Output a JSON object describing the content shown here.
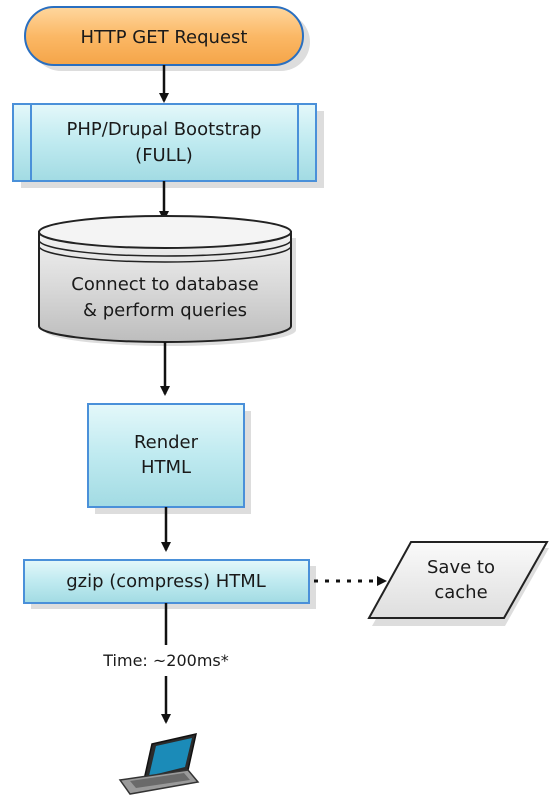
{
  "nodes": {
    "request": {
      "label": "HTTP GET Request"
    },
    "bootstrap": {
      "line1": "PHP/Drupal Bootstrap",
      "line2": "(FULL)"
    },
    "database": {
      "line1": "Connect to database",
      "line2": "& perform queries"
    },
    "render": {
      "line1": "Render",
      "line2": "HTML"
    },
    "gzip": {
      "label": "gzip (compress) HTML"
    },
    "cache": {
      "line1": "Save to",
      "line2": "cache"
    }
  },
  "timing": {
    "label": "Time: ~200ms*"
  },
  "icons": {
    "client": "laptop-icon"
  },
  "colors": {
    "terminal_fill": "#fbb866",
    "terminal_stroke": "#2a6fc0",
    "process_fill": "#bfe9ee",
    "process_stroke": "#4a90d9",
    "db_fill": "#d8d8d8",
    "arrow": "#111111"
  }
}
